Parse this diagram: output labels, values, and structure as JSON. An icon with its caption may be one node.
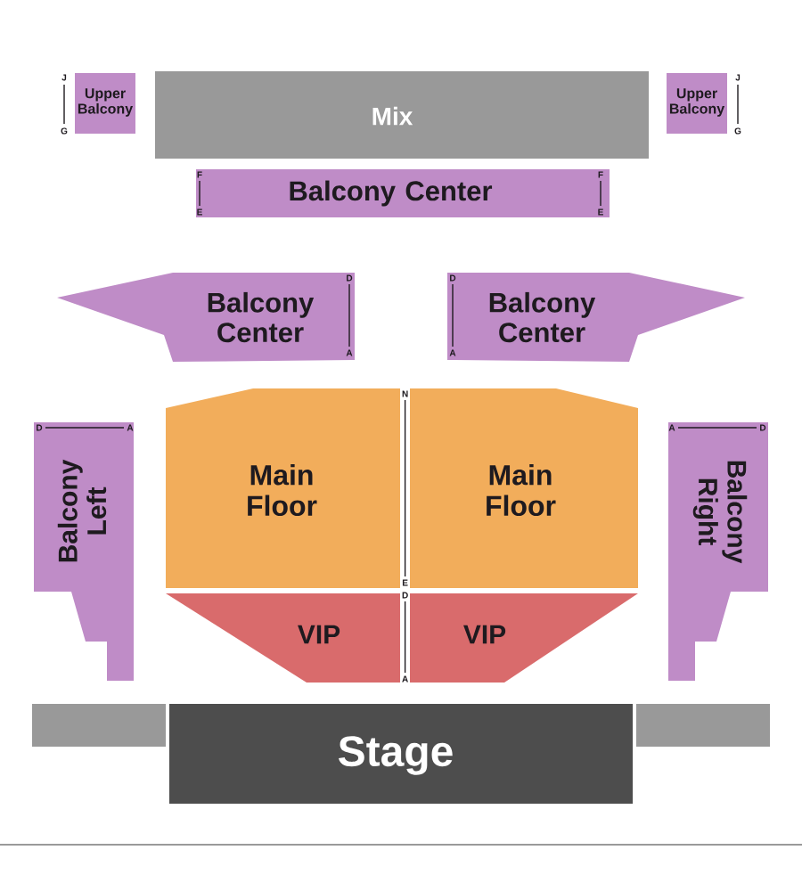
{
  "diagram": {
    "nodes": [
      {
        "text": [
          "Upper Balcony"
        ]
      },
      {
        "text": [
          "Mix"
        ]
      },
      {
        "text": [
          "Upper Balcony"
        ]
      },
      {
        "text": [
          "Balcony Center"
        ]
      },
      {
        "text": [
          "Balcony Center"
        ]
      },
      {
        "text": [
          "Balcony Center"
        ]
      },
      {
        "text": [
          "Balcony Left"
        ]
      },
      {
        "text": [
          "Main Floor"
        ]
      },
      {
        "text": [
          "Main Floor"
        ]
      },
      {
        "text": [
          "Balcony Right"
        ]
      },
      {
        "text": [
          "VIP"
        ]
      },
      {
        "text": [
          "VIP"
        ]
      },
      {
        "text": [],
        "shape": "box"
      },
      {
        "text": [
          "Stage"
        ]
      },
      {
        "text": [],
        "shape": "box"
      }
    ],
    "labels": [
      "J",
      "J",
      "G",
      "G",
      "F",
      "F",
      "E",
      "E",
      "D",
      "D",
      "A",
      "A",
      "N",
      "D",
      "A",
      "A",
      "D",
      "E",
      "D",
      "A"
    ]
  }
}
